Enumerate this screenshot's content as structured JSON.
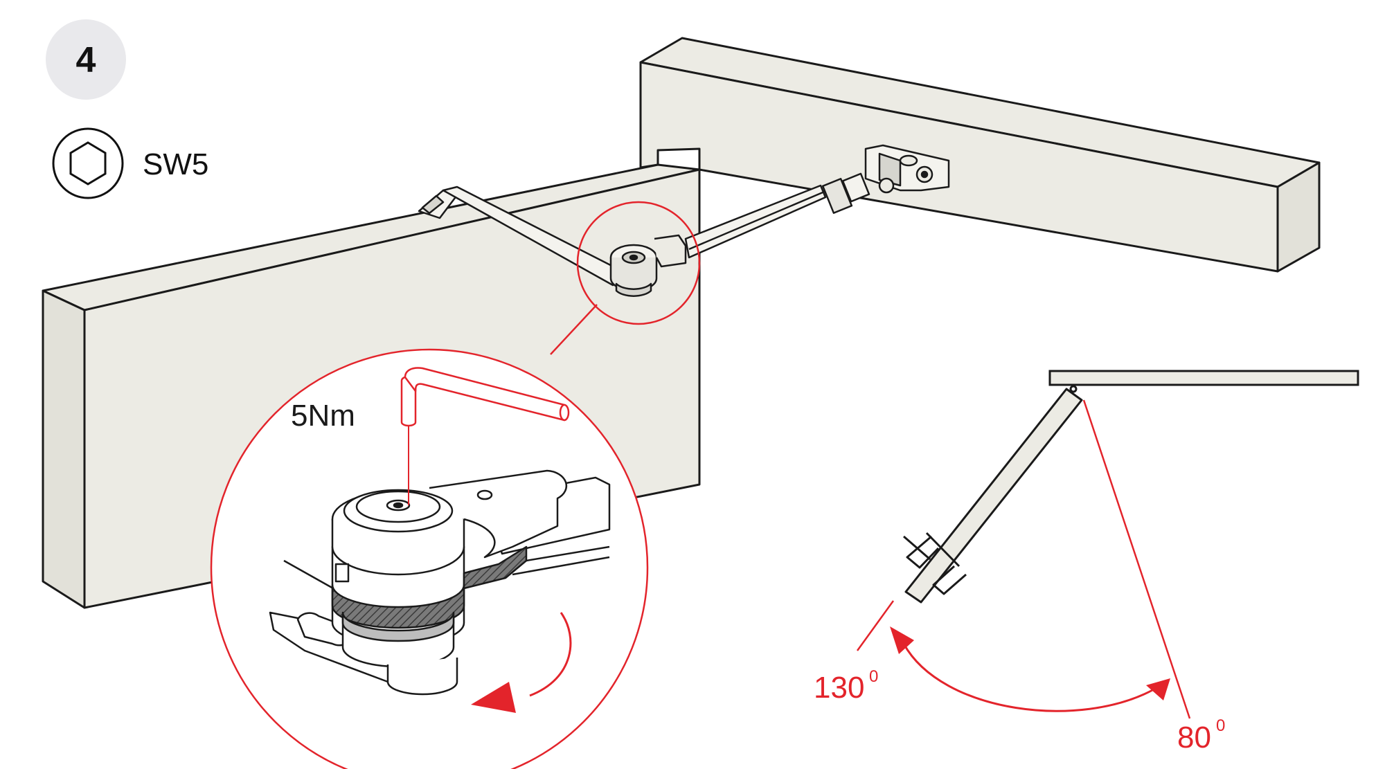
{
  "step": {
    "number": "4"
  },
  "tool": {
    "icon": "hex-key-icon",
    "label": "SW5"
  },
  "torque": {
    "label": "5Nm"
  },
  "angles": {
    "min": {
      "value": "130",
      "unit": "0"
    },
    "max": {
      "value": "80",
      "unit": "0"
    }
  },
  "colors": {
    "accent_red": "#e3242b",
    "wall_fill": "#ecebe4",
    "line": "#1a1a1a",
    "step_badge": "#e9e9ec",
    "hatch": "#555555"
  }
}
